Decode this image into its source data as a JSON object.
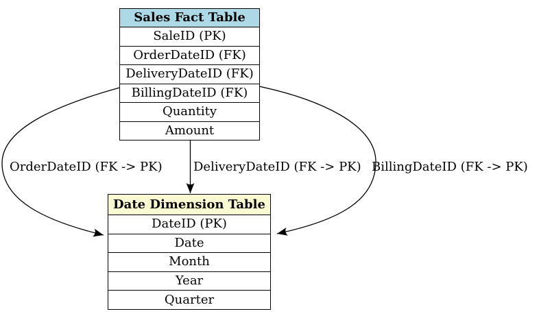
{
  "diagram": {
    "line_color": "#000000",
    "fact_table": {
      "title": "Sales Fact Table",
      "header_color": "#add8e6",
      "rows": [
        "SaleID (PK)",
        "OrderDateID (FK)",
        "DeliveryDateID (FK)",
        "BillingDateID (FK)",
        "Quantity",
        "Amount"
      ]
    },
    "dimension_table": {
      "title": "Date Dimension Table",
      "header_color": "#fafad2",
      "rows": [
        "DateID (PK)",
        "Date",
        "Month",
        "Year",
        "Quarter"
      ]
    },
    "edges": [
      {
        "label": "OrderDateID (FK -> PK)",
        "from": "Sales Fact Table",
        "to": "Date Dimension Table"
      },
      {
        "label": "DeliveryDateID (FK -> PK)",
        "from": "Sales Fact Table",
        "to": "Date Dimension Table"
      },
      {
        "label": "BillingDateID (FK -> PK)",
        "from": "Sales Fact Table",
        "to": "Date Dimension Table"
      }
    ]
  }
}
